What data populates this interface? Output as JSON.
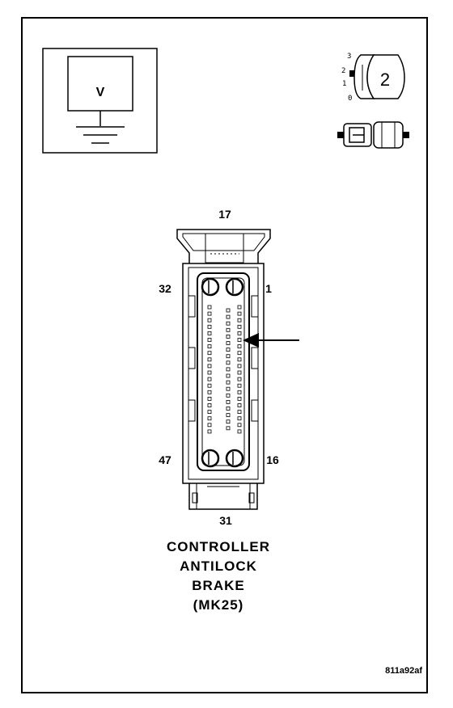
{
  "meter_panel": {
    "meter_symbol": "V"
  },
  "selector_icon": {
    "positions": [
      "3",
      "2",
      "1",
      "0"
    ],
    "active_value": "2"
  },
  "connector": {
    "pin_top": "17",
    "pin_top_left": "32",
    "pin_top_right": "1",
    "pin_bottom_left": "47",
    "pin_bottom_right": "16",
    "pin_bottom": "31"
  },
  "caption": {
    "line1": "CONTROLLER",
    "line2": "ANTILOCK",
    "line3": "BRAKE",
    "line4": "(MK25)"
  },
  "figure_id": "811a92af"
}
